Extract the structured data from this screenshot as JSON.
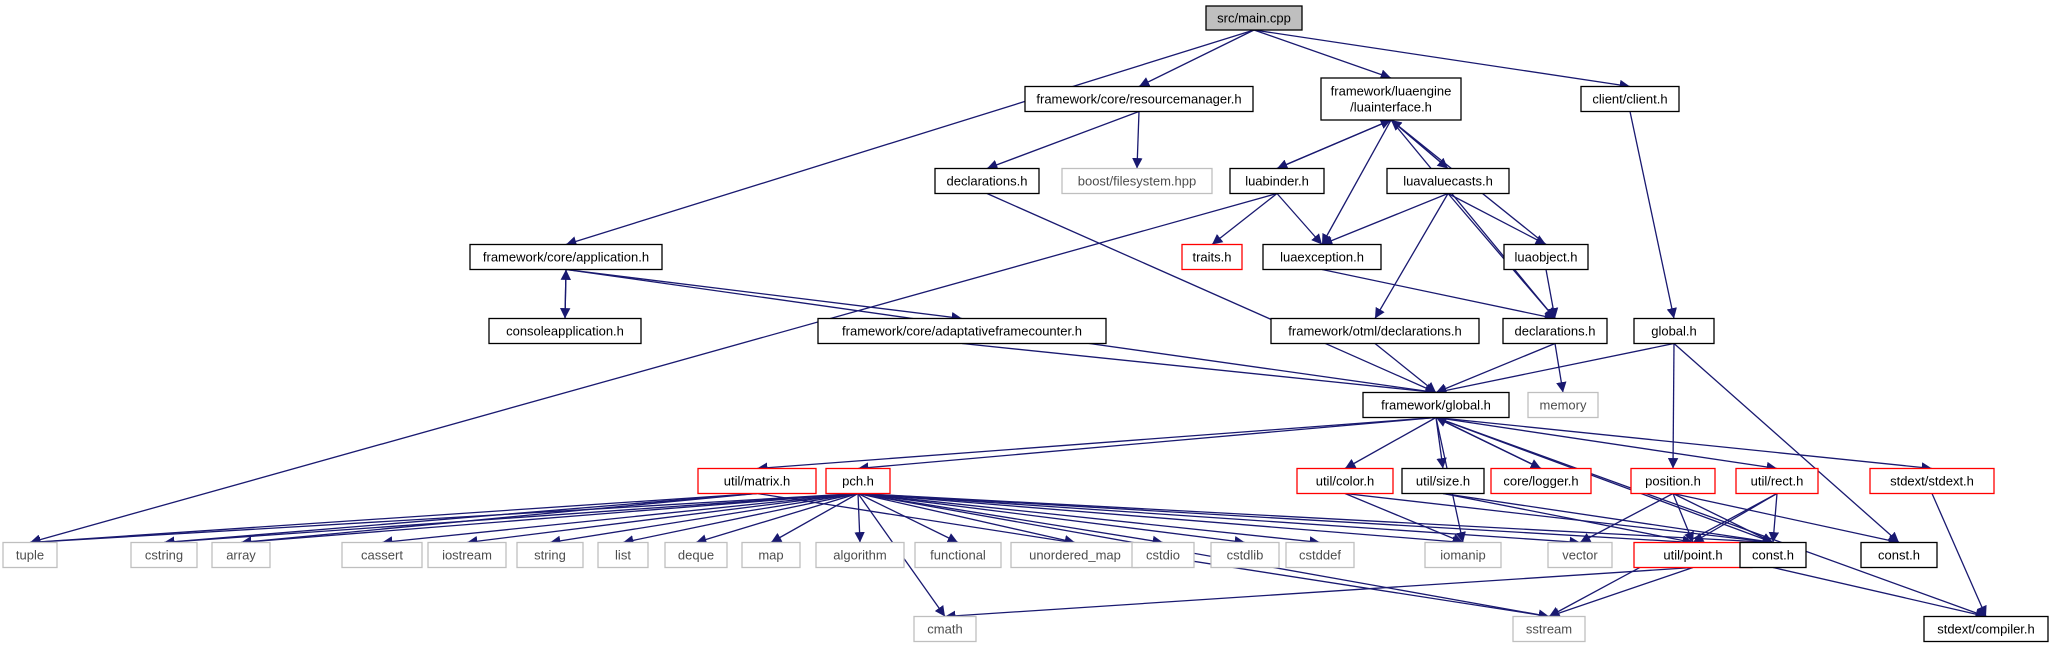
{
  "colors": {
    "edge": "#191970",
    "normal_border": "#000000",
    "missing_border": "#bfbfbf",
    "truncated_border": "#ff0000",
    "root_fill": "#bfbfbf",
    "text": "#000000",
    "missing_text": "#4d4d4d"
  },
  "nodes": [
    {
      "id": "main",
      "label": "src/main.cpp",
      "kind": "root"
    },
    {
      "id": "resourcemanager",
      "label": "framework/core/resourcemanager.h",
      "kind": "normal"
    },
    {
      "id": "luainterface",
      "label": [
        "framework/luaengine",
        "/luainterface.h"
      ],
      "kind": "normal"
    },
    {
      "id": "client",
      "label": "client/client.h",
      "kind": "normal"
    },
    {
      "id": "declarations_core",
      "label": "declarations.h",
      "kind": "normal"
    },
    {
      "id": "boostfs",
      "label": "boost/filesystem.hpp",
      "kind": "missing"
    },
    {
      "id": "luabinder",
      "label": "luabinder.h",
      "kind": "normal"
    },
    {
      "id": "luavaluecasts",
      "label": "luavaluecasts.h",
      "kind": "normal"
    },
    {
      "id": "application",
      "label": "framework/core/application.h",
      "kind": "normal"
    },
    {
      "id": "traits",
      "label": "traits.h",
      "kind": "truncated"
    },
    {
      "id": "luaexception",
      "label": "luaexception.h",
      "kind": "normal"
    },
    {
      "id": "luaobject",
      "label": "luaobject.h",
      "kind": "normal"
    },
    {
      "id": "consoleapp",
      "label": "consoleapplication.h",
      "kind": "normal"
    },
    {
      "id": "adaptive",
      "label": "framework/core/adaptativeframecounter.h",
      "kind": "normal"
    },
    {
      "id": "otml_decl",
      "label": "framework/otml/declarations.h",
      "kind": "normal"
    },
    {
      "id": "declarations_lua",
      "label": "declarations.h",
      "kind": "normal"
    },
    {
      "id": "global_client",
      "label": "global.h",
      "kind": "normal"
    },
    {
      "id": "fw_global",
      "label": "framework/global.h",
      "kind": "normal"
    },
    {
      "id": "memory",
      "label": "memory",
      "kind": "missing"
    },
    {
      "id": "matrix",
      "label": "util/matrix.h",
      "kind": "truncated"
    },
    {
      "id": "pch",
      "label": "pch.h",
      "kind": "truncated"
    },
    {
      "id": "color",
      "label": "util/color.h",
      "kind": "truncated"
    },
    {
      "id": "size",
      "label": "util/size.h",
      "kind": "normal"
    },
    {
      "id": "logger",
      "label": "core/logger.h",
      "kind": "truncated"
    },
    {
      "id": "position",
      "label": "position.h",
      "kind": "truncated"
    },
    {
      "id": "rect",
      "label": "util/rect.h",
      "kind": "truncated"
    },
    {
      "id": "stdext",
      "label": "stdext/stdext.h",
      "kind": "truncated"
    },
    {
      "id": "tuple",
      "label": "tuple",
      "kind": "missing"
    },
    {
      "id": "cstring",
      "label": "cstring",
      "kind": "missing"
    },
    {
      "id": "array",
      "label": "array",
      "kind": "missing"
    },
    {
      "id": "cassert",
      "label": "cassert",
      "kind": "missing"
    },
    {
      "id": "iostream",
      "label": "iostream",
      "kind": "missing"
    },
    {
      "id": "string",
      "label": "string",
      "kind": "missing"
    },
    {
      "id": "list",
      "label": "list",
      "kind": "missing"
    },
    {
      "id": "deque",
      "label": "deque",
      "kind": "missing"
    },
    {
      "id": "map",
      "label": "map",
      "kind": "missing"
    },
    {
      "id": "algorithm",
      "label": "algorithm",
      "kind": "missing"
    },
    {
      "id": "functional",
      "label": "functional",
      "kind": "missing"
    },
    {
      "id": "unordered_map",
      "label": "unordered_map",
      "kind": "missing"
    },
    {
      "id": "cstdio",
      "label": "cstdio",
      "kind": "missing"
    },
    {
      "id": "cstdlib",
      "label": "cstdlib",
      "kind": "missing"
    },
    {
      "id": "cstddef",
      "label": "cstddef",
      "kind": "missing"
    },
    {
      "id": "iomanip",
      "label": "iomanip",
      "kind": "missing"
    },
    {
      "id": "vector",
      "label": "vector",
      "kind": "missing"
    },
    {
      "id": "point",
      "label": "util/point.h",
      "kind": "truncated"
    },
    {
      "id": "const_util",
      "label": "const.h",
      "kind": "normal"
    },
    {
      "id": "const_client",
      "label": "const.h",
      "kind": "normal"
    },
    {
      "id": "cmath",
      "label": "cmath",
      "kind": "missing"
    },
    {
      "id": "sstream",
      "label": "sstream",
      "kind": "missing"
    },
    {
      "id": "compiler",
      "label": "stdext/compiler.h",
      "kind": "normal"
    }
  ],
  "edges": [
    [
      "main",
      "resourcemanager"
    ],
    [
      "main",
      "luainterface"
    ],
    [
      "main",
      "client"
    ],
    [
      "main",
      "application"
    ],
    [
      "resourcemanager",
      "declarations_core"
    ],
    [
      "resourcemanager",
      "boostfs"
    ],
    [
      "luainterface",
      "luabinder"
    ],
    [
      "luainterface",
      "luavaluecasts"
    ],
    [
      "luainterface",
      "luaexception"
    ],
    [
      "luainterface",
      "declarations_lua"
    ],
    [
      "luabinder",
      "luainterface"
    ],
    [
      "luavaluecasts",
      "luainterface"
    ],
    [
      "luaobject",
      "luainterface"
    ],
    [
      "luabinder",
      "traits"
    ],
    [
      "luabinder",
      "luaexception"
    ],
    [
      "luabinder",
      "tuple"
    ],
    [
      "luavaluecasts",
      "luaexception"
    ],
    [
      "luavaluecasts",
      "luaobject"
    ],
    [
      "luavaluecasts",
      "declarations_lua"
    ],
    [
      "luavaluecasts",
      "otml_decl"
    ],
    [
      "luaexception",
      "declarations_lua"
    ],
    [
      "luaobject",
      "declarations_lua"
    ],
    [
      "declarations_core",
      "fw_global"
    ],
    [
      "application",
      "consoleapp"
    ],
    [
      "consoleapp",
      "application"
    ],
    [
      "application",
      "adaptive"
    ],
    [
      "application",
      "fw_global"
    ],
    [
      "adaptive",
      "fw_global"
    ],
    [
      "otml_decl",
      "fw_global"
    ],
    [
      "declarations_lua",
      "fw_global"
    ],
    [
      "declarations_lua",
      "memory"
    ],
    [
      "client",
      "global_client"
    ],
    [
      "global_client",
      "fw_global"
    ],
    [
      "global_client",
      "position"
    ],
    [
      "global_client",
      "const_client"
    ],
    [
      "fw_global",
      "matrix"
    ],
    [
      "fw_global",
      "pch"
    ],
    [
      "fw_global",
      "color"
    ],
    [
      "fw_global",
      "size"
    ],
    [
      "fw_global",
      "logger"
    ],
    [
      "logger",
      "fw_global"
    ],
    [
      "fw_global",
      "rect"
    ],
    [
      "fw_global",
      "stdext"
    ],
    [
      "fw_global",
      "const_util"
    ],
    [
      "fw_global",
      "compiler"
    ],
    [
      "fw_global",
      "iomanip"
    ],
    [
      "matrix",
      "tuple"
    ],
    [
      "matrix",
      "cstring"
    ],
    [
      "matrix",
      "array"
    ],
    [
      "matrix",
      "sstream"
    ],
    [
      "pch",
      "tuple"
    ],
    [
      "pch",
      "cstring"
    ],
    [
      "pch",
      "array"
    ],
    [
      "pch",
      "cassert"
    ],
    [
      "pch",
      "iostream"
    ],
    [
      "pch",
      "string"
    ],
    [
      "pch",
      "list"
    ],
    [
      "pch",
      "deque"
    ],
    [
      "pch",
      "map"
    ],
    [
      "pch",
      "algorithm"
    ],
    [
      "pch",
      "functional"
    ],
    [
      "pch",
      "unordered_map"
    ],
    [
      "pch",
      "cstdio"
    ],
    [
      "pch",
      "cstdlib"
    ],
    [
      "pch",
      "cstddef"
    ],
    [
      "pch",
      "iomanip"
    ],
    [
      "pch",
      "vector"
    ],
    [
      "pch",
      "cmath"
    ],
    [
      "pch",
      "sstream"
    ],
    [
      "pch",
      "point"
    ],
    [
      "pch",
      "const_util"
    ],
    [
      "color",
      "iomanip"
    ],
    [
      "color",
      "const_util"
    ],
    [
      "size",
      "point"
    ],
    [
      "size",
      "const_util"
    ],
    [
      "position",
      "vector"
    ],
    [
      "position",
      "point"
    ],
    [
      "position",
      "const_util"
    ],
    [
      "position",
      "const_client"
    ],
    [
      "rect",
      "point"
    ],
    [
      "rect",
      "const_util"
    ],
    [
      "rect",
      "sstream"
    ],
    [
      "stdext",
      "compiler"
    ],
    [
      "point",
      "cmath"
    ],
    [
      "point",
      "sstream"
    ],
    [
      "const_util",
      "compiler"
    ]
  ]
}
